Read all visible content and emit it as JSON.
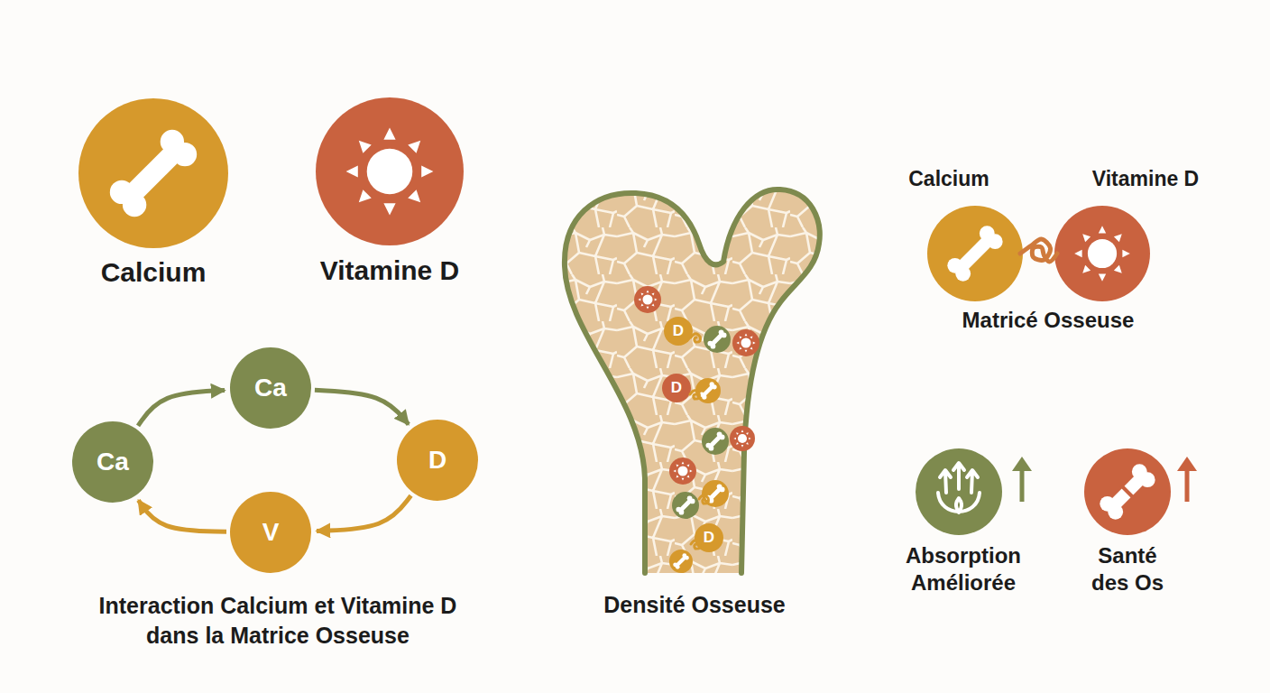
{
  "diagram": {
    "nodes": [
      {
        "text": [
          "Calcium"
        ]
      },
      {
        "text": [
          "Vitamine D"
        ]
      },
      {
        "text": [
          "Calcium"
        ]
      },
      {
        "text": [
          "Vitamine D"
        ]
      },
      {
        "text": [
          "Ca"
        ]
      },
      {
        "text": [
          "Ca"
        ]
      },
      {
        "text": [
          "D"
        ]
      },
      {
        "text": [
          "V"
        ]
      },
      {
        "text": [
          "Densité Osseuse"
        ]
      },
      {
        "text": [
          "D"
        ],
        "in": 8
      },
      {
        "text": [
          "D"
        ],
        "in": 8
      },
      {
        "text": [
          "D"
        ],
        "in": 8
      },
      {
        "text": [
          "Absorption Améliorée"
        ]
      },
      {
        "text": [
          "Santé des Os"
        ]
      }
    ],
    "edges": [
      {
        "from": 2,
        "to": 3,
        "arrow": "none"
      },
      {
        "from": 5,
        "to": 4,
        "arrow": "to"
      },
      {
        "from": 4,
        "to": 6,
        "arrow": "to"
      },
      {
        "from": 6,
        "to": 7,
        "arrow": "to"
      },
      {
        "from": 7,
        "to": 5,
        "arrow": "to"
      }
    ],
    "labels": [
      "Interaction Calcium et Vitamine D dans la Matrice Osseuse",
      "Matricé Osseuse"
    ]
  }
}
